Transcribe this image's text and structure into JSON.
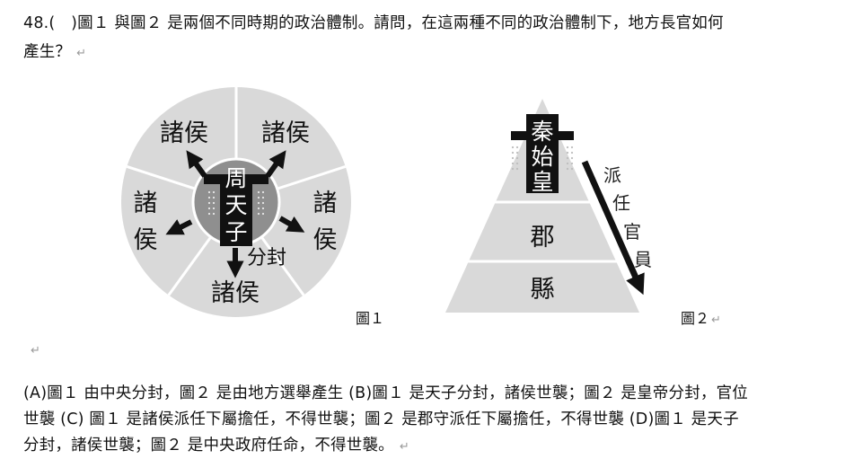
{
  "question": {
    "line1": "48.(　)圖１ 與圖２ 是兩個不同時期的政治體制。請問，在這兩種不同的政治體制下，地方長官如何",
    "line2": "產生？"
  },
  "return_mark": "↵",
  "figure1": {
    "caption": "圖１",
    "center_chars": [
      "周",
      "天",
      "子"
    ],
    "vassal_label": "諸侯",
    "vassal_chars": [
      "諸",
      "侯"
    ],
    "arrow_label": "分封"
  },
  "figure2": {
    "caption": "圖２",
    "top_chars": [
      "秦",
      "始",
      "皇"
    ],
    "middle_label": "郡",
    "bottom_label": "縣",
    "side_chars": [
      "派",
      "任",
      "官",
      "員"
    ]
  },
  "options": {
    "line1": "(A)圖１ 由中央分封，圖２ 是由地方選舉產生 (B)圖１ 是天子分封，諸侯世襲；圖２ 是皇帝分封，官位",
    "line2": "世襲 (C) 圖１ 是諸侯派任下屬擔任，不得世襲；圖２ 是郡守派任下屬擔任，不得世襲 (D)圖１ 是天子",
    "line3": "分封，諸侯世襲；圖２ 是中央政府任命，不得世襲。"
  },
  "colors": {
    "wheel_fill": "#d9d9d9",
    "inner_circle": "#8f8f8f",
    "pyramid_fill": "#d9d9d9",
    "figure_black": "#111111",
    "separator": "#ffffff"
  }
}
